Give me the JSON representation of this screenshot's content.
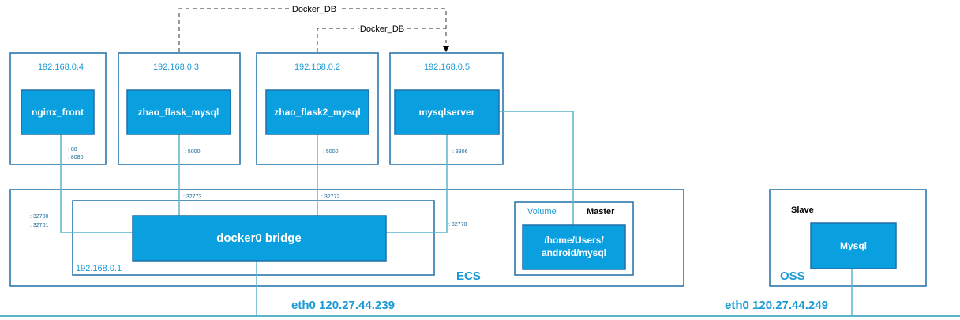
{
  "containers": [
    {
      "id": "c4",
      "ip": "192.168.0.4",
      "service": "nginx_front",
      "ports": [
        ": 80",
        ": 8080"
      ]
    },
    {
      "id": "c3",
      "ip": "192.168.0.3",
      "service": "zhao_flask_mysql",
      "ports": [
        ": 5000"
      ]
    },
    {
      "id": "c2",
      "ip": "192.168.0.2",
      "service": "zhao_flask2_mysql",
      "ports": [
        ": 5000"
      ]
    },
    {
      "id": "c5",
      "ip": "192.168.0.5",
      "service": "mysqlserver",
      "ports": [
        ": 3306"
      ]
    }
  ],
  "links": {
    "top": "Docker_DB",
    "inner": "Docker_DB"
  },
  "host_ports": {
    "nginx": [
      ": 32700",
      ": 32701"
    ],
    "flask": ": 32773",
    "flask2": ": 32772",
    "mysql": ": 32770"
  },
  "bridge": {
    "label": "docker0 bridge",
    "ip": "192.168.0.1"
  },
  "ecs": {
    "label": "ECS",
    "volume_label": "Volume",
    "master_label": "Master",
    "path_line1": "/home/Users/",
    "path_line2": "android/mysql",
    "eth": "eth0 120.27.44.239"
  },
  "oss": {
    "label": "OSS",
    "slave_label": "Slave",
    "db": "Mysql",
    "eth": "eth0 120.27.44.249"
  },
  "colors": {
    "accent": "#1a9ad6",
    "box_fill": "#0aa0e0",
    "box_border": "#1f6fa8",
    "line": "#5ab4c9"
  }
}
